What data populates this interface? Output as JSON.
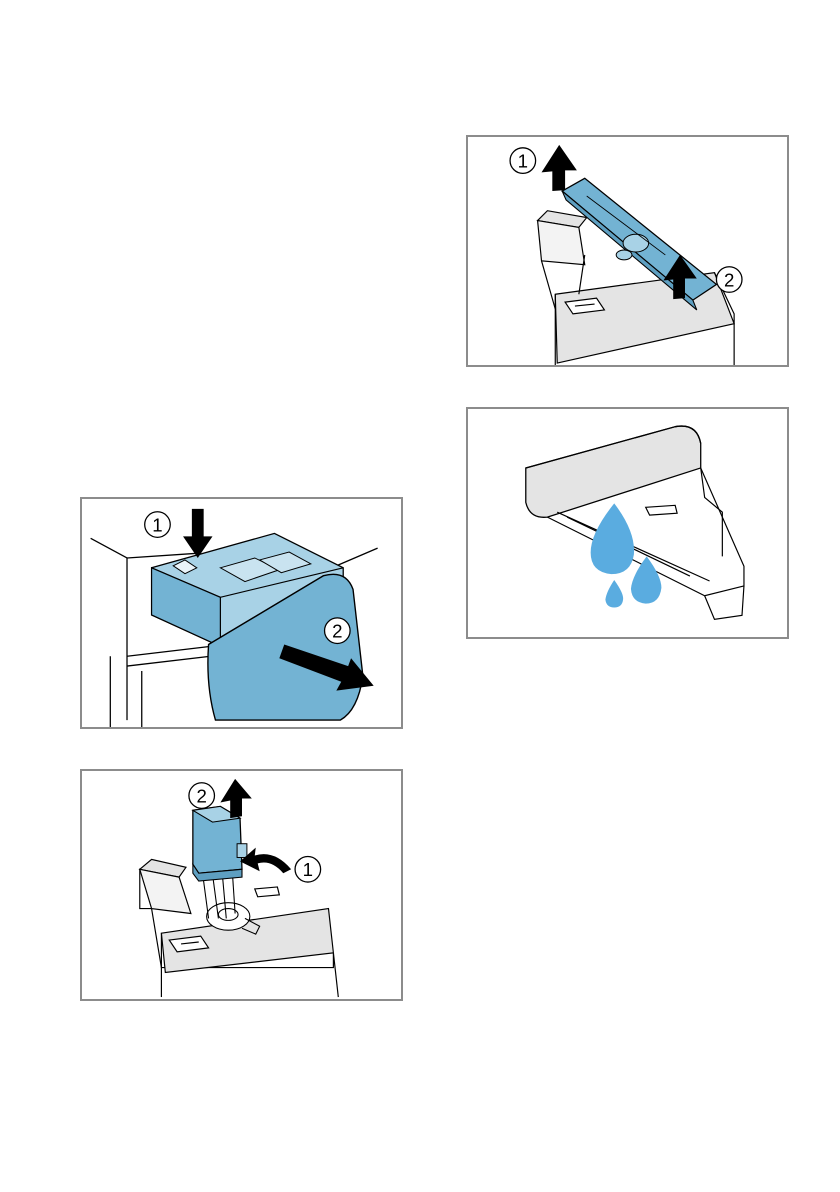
{
  "page": {
    "background": "#ffffff"
  },
  "figures": {
    "pull_drawer": {
      "step_push": "1",
      "step_pull": "2"
    },
    "remove_insert": {
      "step_press": "1",
      "step_lift": "2"
    },
    "remove_cover": {
      "step_lift_front": "1",
      "step_lift_back": "2"
    },
    "rinse_drawer": {}
  },
  "colors": {
    "frame": "#8c8c8c",
    "part_blue": "#73b3d3",
    "part_blue_light": "#a8d2e6",
    "water_blue": "#5aace0",
    "drawer_grey": "#e4e4e4",
    "line": "#000000"
  },
  "icons": [
    "arrow-down-icon",
    "arrow-up-icon",
    "arrow-right-icon",
    "curved-arrow-icon",
    "water-drop-icon"
  ]
}
